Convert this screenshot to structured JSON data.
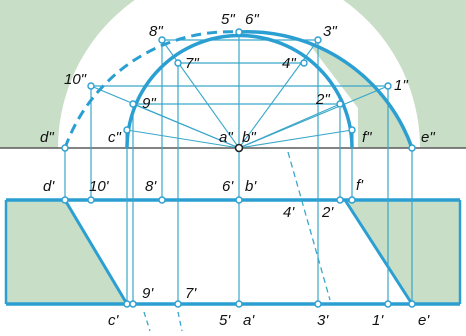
{
  "colors": {
    "fill": "#c8dec6",
    "page": "#ffffff",
    "blue": "#2b9fd2",
    "thin": "#3aa7c9",
    "axis": "#5a5a5a",
    "text": "#111111"
  },
  "labels": {
    "p8dd": "8\"",
    "p5dd": "5\"",
    "p6dd": "6\"",
    "p3dd": "3\"",
    "p7dd": "7\"",
    "p4dd": "4\"",
    "p10dd": "10\"",
    "p9dd": "9\"",
    "p2dd": "2\"",
    "p1dd": "1\"",
    "ddd": "d\"",
    "cdd": "c\"",
    "add": "a\"",
    "bdd": "b\"",
    "fdd": "f\"",
    "edd": "e\"",
    "dp": "d'",
    "p10p": "10'",
    "p8p": "8'",
    "p6p": "6'",
    "bp": "b'",
    "fp": "f'",
    "p4p": "4'",
    "p2p": "2'",
    "cp": "c'",
    "p9p": "9'",
    "p7p": "7'",
    "p5p": "5'",
    "ap": "a'",
    "p3p": "3'",
    "p1p": "1'",
    "ep": "e'"
  }
}
